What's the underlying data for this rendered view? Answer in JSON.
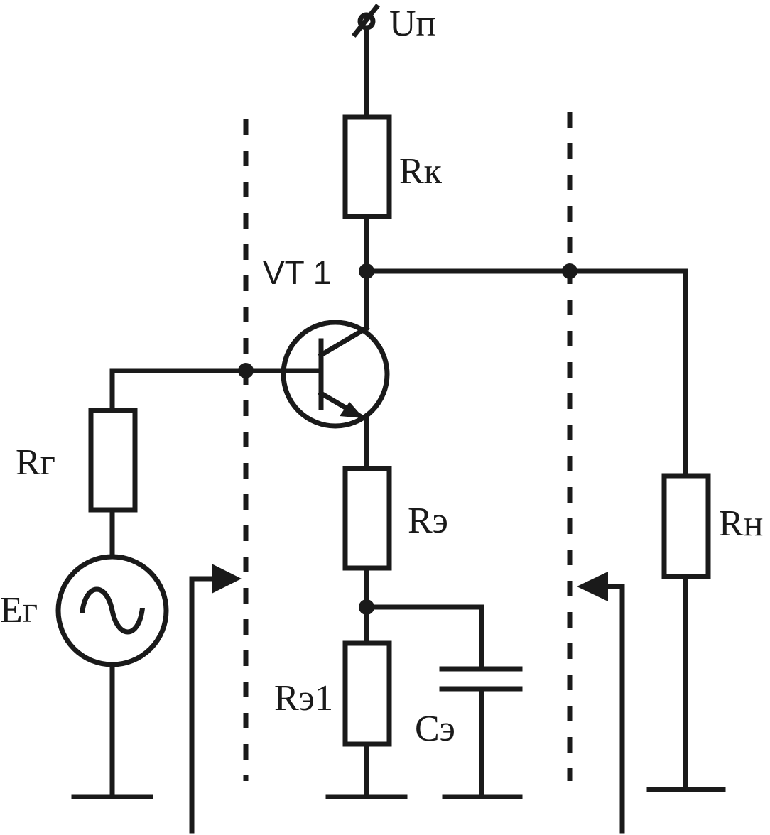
{
  "labels": {
    "supply": "Uп",
    "transistor": "VT 1",
    "r_collector": "Rк",
    "r_generator": "Rг",
    "r_emitter": "Rэ",
    "r_emitter1": "Rэ1",
    "c_emitter": "Cэ",
    "r_load": "Rн",
    "e_generator": "Eг"
  }
}
